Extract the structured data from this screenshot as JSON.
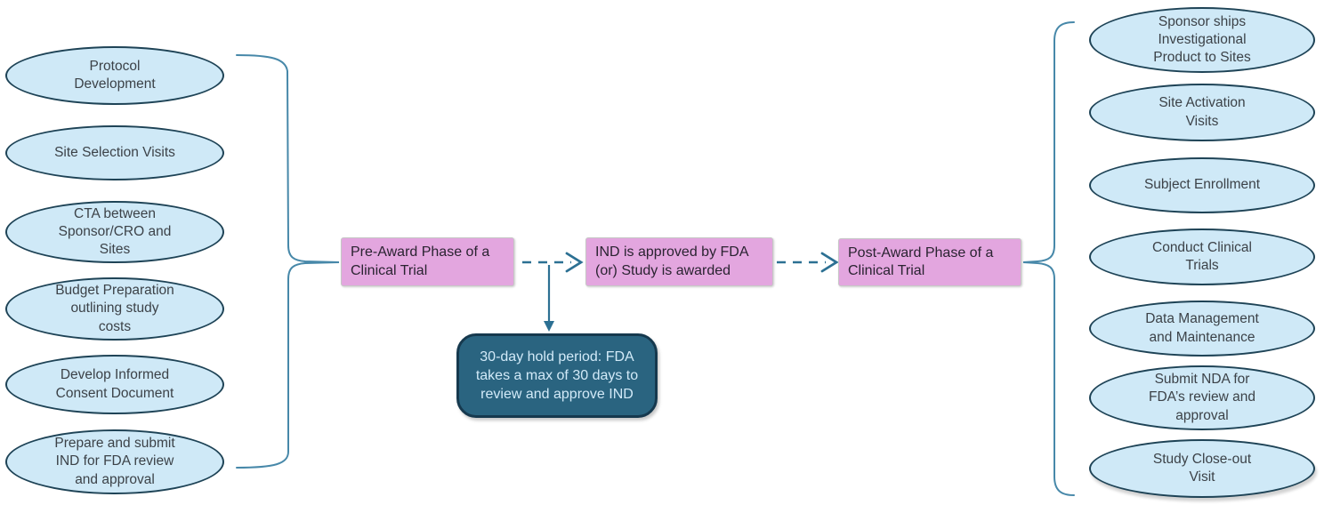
{
  "left_group": {
    "items": [
      "Protocol\nDevelopment",
      "Site Selection Visits",
      "CTA between\nSponsor/CRO and\nSites",
      "Budget Preparation\noutlining study\ncosts",
      "Develop Informed\nConsent Document",
      "Prepare and submit\nIND for FDA review\nand approval"
    ]
  },
  "flow_boxes": [
    {
      "label": "Pre-Award Phase of a\nClinical Trial"
    },
    {
      "label": "IND is approved by FDA\n(or) Study is awarded"
    },
    {
      "label": "Post-Award Phase of a\nClinical Trial"
    }
  ],
  "hold_note": {
    "label": "30-day hold period: FDA\ntakes a max of 30 days to\nreview and approve IND"
  },
  "right_group": {
    "items": [
      "Sponsor ships\nInvestigational\nProduct to Sites",
      "Site Activation\nVisits",
      "Subject Enrollment",
      "Conduct Clinical\nTrials",
      "Data Management\nand Maintenance",
      "Submit NDA for\nFDA’s review and\napproval",
      "Study Close-out\nVisit"
    ]
  },
  "colors": {
    "ellipse_fill": "#cfe9f7",
    "ellipse_border": "#1e4356",
    "phase_box_fill": "#e3a6df",
    "note_fill": "#2a6480",
    "note_border": "#16394e",
    "note_text": "#d2eaf8",
    "brace_stroke": "#4788a9",
    "arrow_stroke": "#2c7093"
  }
}
